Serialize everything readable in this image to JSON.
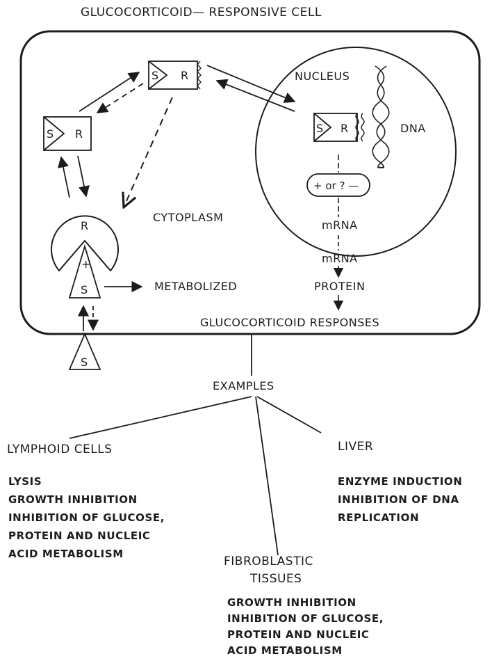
{
  "title": "GLUCOCORTICOID— RESPONSIVE CELL",
  "cell": {
    "nucleus_label": "NUCLEUS",
    "dna_label": "DNA",
    "cytoplasm_label": "CYTOPLASM",
    "metabolized_label": "METABOLIZED",
    "steroid_symbol": "S",
    "receptor_symbol": "R",
    "regulation_label": "+ or ? —",
    "plus_symbol": "+",
    "mrna_nuclear_label": "mRNA",
    "mrna_cytoplasm_label": "mRNA",
    "protein_label": "PROTEIN",
    "responses_label": "GLUCOCORTICOID RESPONSES"
  },
  "examples": {
    "heading": "EXAMPLES",
    "lymphoid": {
      "title": "LYMPHOID CELLS",
      "effects": [
        "LYSIS",
        "GROWTH INHIBITION",
        "INHIBITION OF GLUCOSE,",
        "PROTEIN AND NUCLEIC",
        "ACID METABOLISM"
      ]
    },
    "fibroblastic": {
      "title_line1": "FIBROBLASTIC",
      "title_line2": "TISSUES",
      "effects": [
        "GROWTH INHIBITION",
        "INHIBITION OF GLUCOSE,",
        "PROTEIN AND  NUCLEIC",
        "ACID METABOLISM"
      ]
    },
    "liver": {
      "title": "LIVER",
      "effects": [
        "ENZYME INDUCTION",
        "INHIBITION OF DNA",
        "REPLICATION"
      ]
    }
  }
}
